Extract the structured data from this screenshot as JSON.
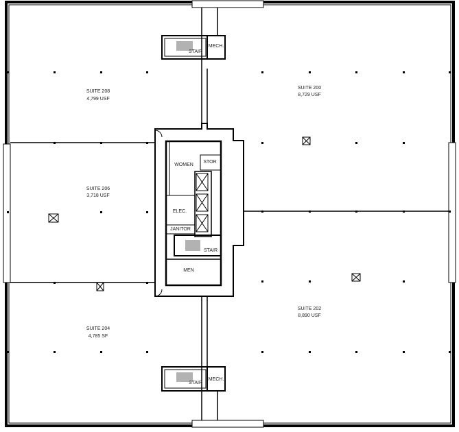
{
  "suites": [
    {
      "name": "SUITE 208",
      "area": "4,799 USF"
    },
    {
      "name": "SUITE 200",
      "area": "8,729  USF"
    },
    {
      "name": "SUITE 206",
      "area": "3,718 USF"
    },
    {
      "name": "SUITE 204",
      "area": "4,785 SF"
    },
    {
      "name": "SUITE 202",
      "area": "8,890  USF"
    }
  ],
  "rooms": {
    "women": "WOMEN",
    "stor": "STOR",
    "elec": "ELEC.",
    "janitor": "JANITOR",
    "stair": "STAIR",
    "men": "MEN",
    "mech": "MECH."
  }
}
